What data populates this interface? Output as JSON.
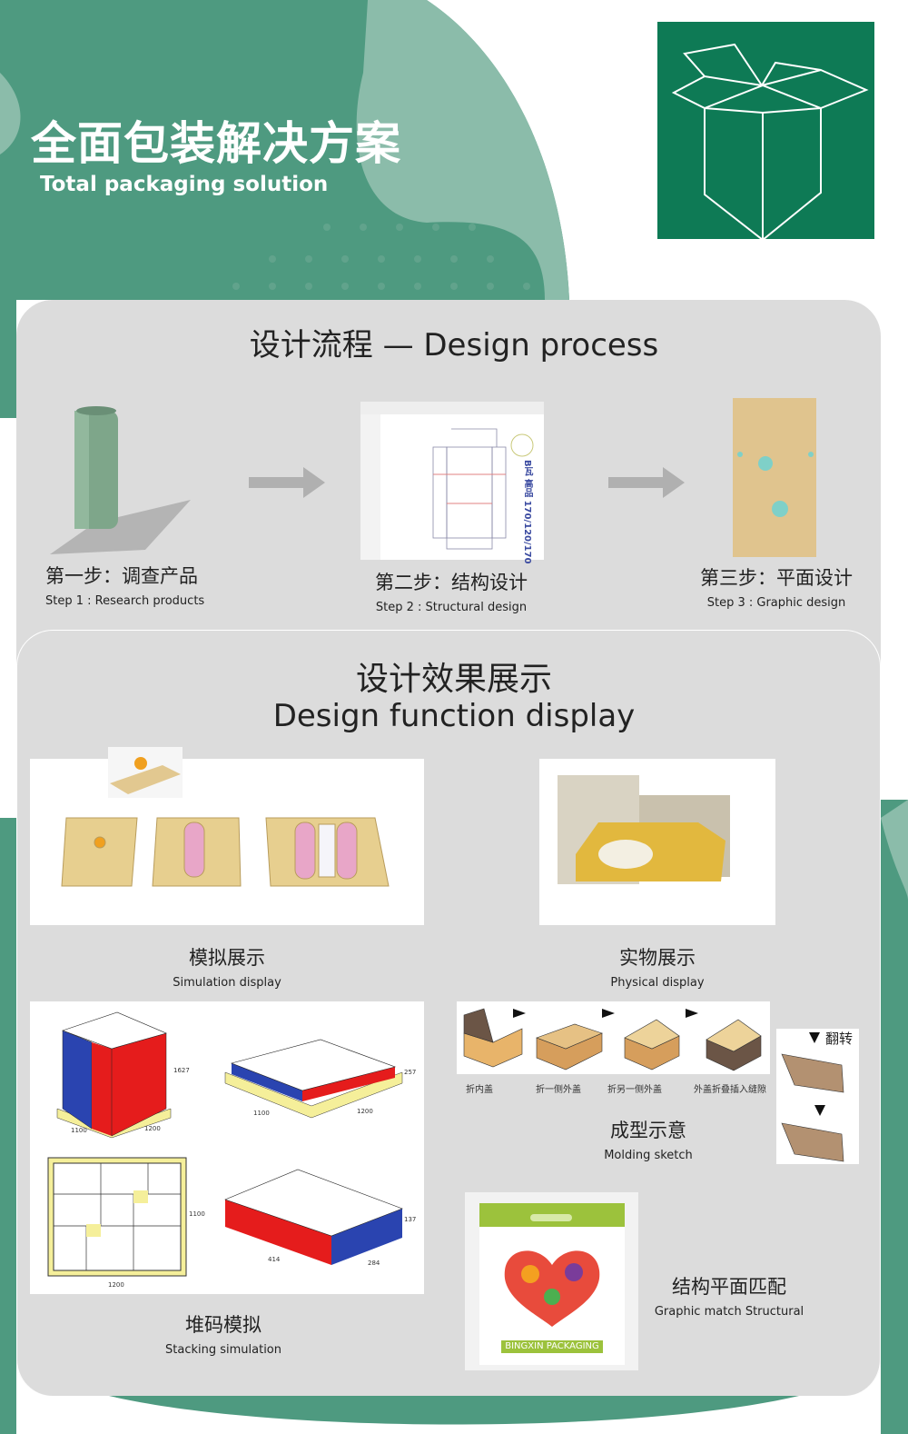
{
  "header": {
    "title_cn": "全面包装解决方案",
    "title_en": "Total packaging solution",
    "logo_icon": "open-box-icon"
  },
  "process": {
    "title": "设计流程 — Design process",
    "steps": [
      {
        "cn": "第一步：调查产品",
        "en": "Step 1 : Research products",
        "image": "can-product"
      },
      {
        "cn": "第二步：结构设计",
        "en": "Step 2 : Structural design",
        "image": "cad-dieline",
        "dieline_text": "B瓦 高品 170/120/170"
      },
      {
        "cn": "第三步：平面设计",
        "en": "Step 3 : Graphic design",
        "image": "kraft-print"
      }
    ]
  },
  "display": {
    "title_cn": "设计效果展示",
    "title_en": "Design function display",
    "simulation": {
      "cn": "模拟展示",
      "en": "Simulation display"
    },
    "physical": {
      "cn": "实物展示",
      "en": "Physical display"
    },
    "stacking": {
      "cn": "堆码模拟",
      "en": "Stacking simulation",
      "dims": {
        "height": "1627",
        "w1": "1100",
        "w2": "1200",
        "layer": "257",
        "lw1": "1100",
        "lw2": "1200",
        "plan_side": "1100",
        "plan_bottom": "1200",
        "box_h": "137",
        "box_l": "414",
        "box_w": "284"
      }
    },
    "molding": {
      "cn": "成型示意",
      "en": "Molding sketch",
      "steps": [
        "折内盖",
        "折一侧外盖",
        "折另一侧外盖",
        "外盖折叠插入缝隙"
      ],
      "flip": "翻转"
    },
    "graphic": {
      "cn": "结构平面匹配",
      "en": "Graphic match Structural",
      "bag_brand": "BINGXIN PACKAGING"
    }
  },
  "colors": {
    "green": "#4e9a80",
    "green_light": "#8bbcaa",
    "green_dark": "#0e7a55",
    "panel": "#dcdcdc",
    "kraft": "#e6c98f"
  }
}
